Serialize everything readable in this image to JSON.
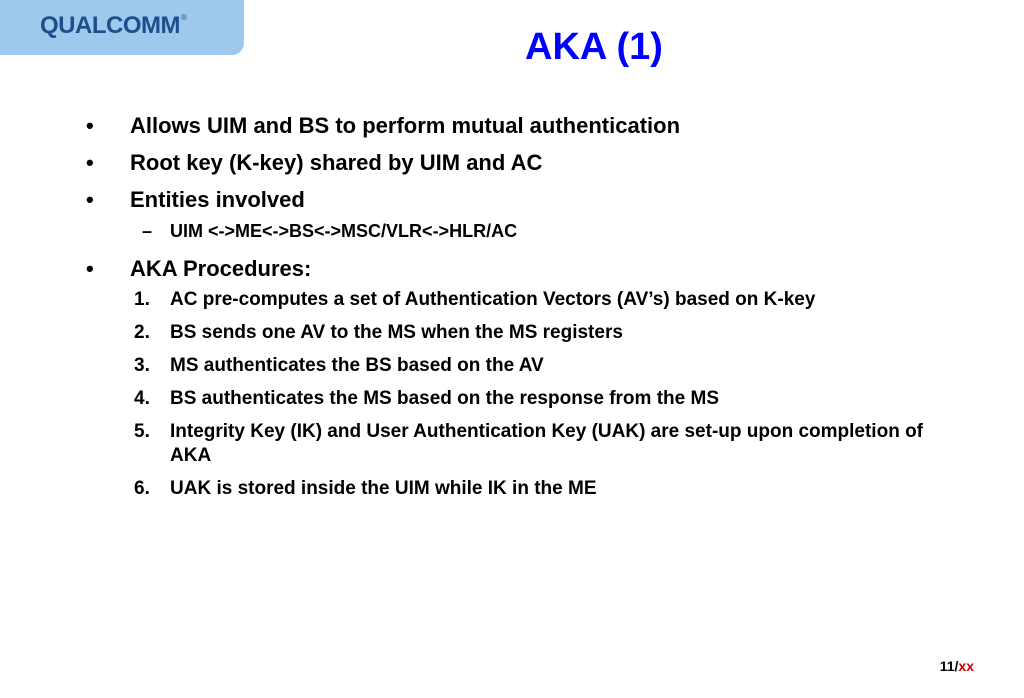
{
  "logo": {
    "text": "QUALCOMM",
    "mark": "®"
  },
  "title": "AKA (1)",
  "bullets": [
    "Allows UIM and BS to perform mutual authentication",
    "Root key (K-key) shared by UIM and AC",
    "Entities involved"
  ],
  "sub_bullet": "UIM <->ME<->BS<->MSC/VLR<->HLR/AC",
  "procedures_heading": "AKA Procedures:",
  "procedures": [
    {
      "num": "1.",
      "text": "AC pre-computes a set of Authentication Vectors (AV’s) based on K-key"
    },
    {
      "num": "2.",
      "text": "BS sends one AV to the MS when the MS registers"
    },
    {
      "num": "3.",
      "text": "MS authenticates the BS based on the AV"
    },
    {
      "num": "4.",
      "text": "BS authenticates the MS based on the response from the MS"
    },
    {
      "num": "5.",
      "text": "Integrity Key (IK) and User Authentication Key (UAK) are set-up upon completion of AKA"
    },
    {
      "num": "6.",
      "text": "UAK is stored inside the UIM while IK in the ME"
    }
  ],
  "page": {
    "current": "11",
    "separator": "/",
    "total": "xx"
  },
  "bullet_glyph": "•",
  "dash_glyph": "–"
}
